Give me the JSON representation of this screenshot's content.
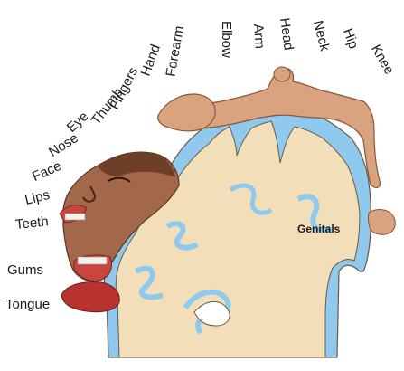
{
  "colors": {
    "cortex": "#f2dfb9",
    "cortex_outline": "#6a5a44",
    "gray_matter": "#8fc9ee",
    "skin": "#d9a37f",
    "skin_dark": "#8a5538",
    "lips": "#c9463f",
    "tongue": "#b8322f"
  },
  "labels": {
    "knee": "Knee",
    "hip": "Hip",
    "neck": "Neck",
    "head": "Head",
    "arm": "Arm",
    "elbow": "Elbow",
    "forearm": "Forearm",
    "hand": "Hand",
    "fingers": "Fingers",
    "thumb": "Thumb",
    "eye": "Eye",
    "nose": "Nose",
    "face": "Face",
    "lips": "Lips",
    "teeth": "Teeth",
    "gums": "Gums",
    "tongue": "Tongue",
    "genitals": "Genitals"
  }
}
